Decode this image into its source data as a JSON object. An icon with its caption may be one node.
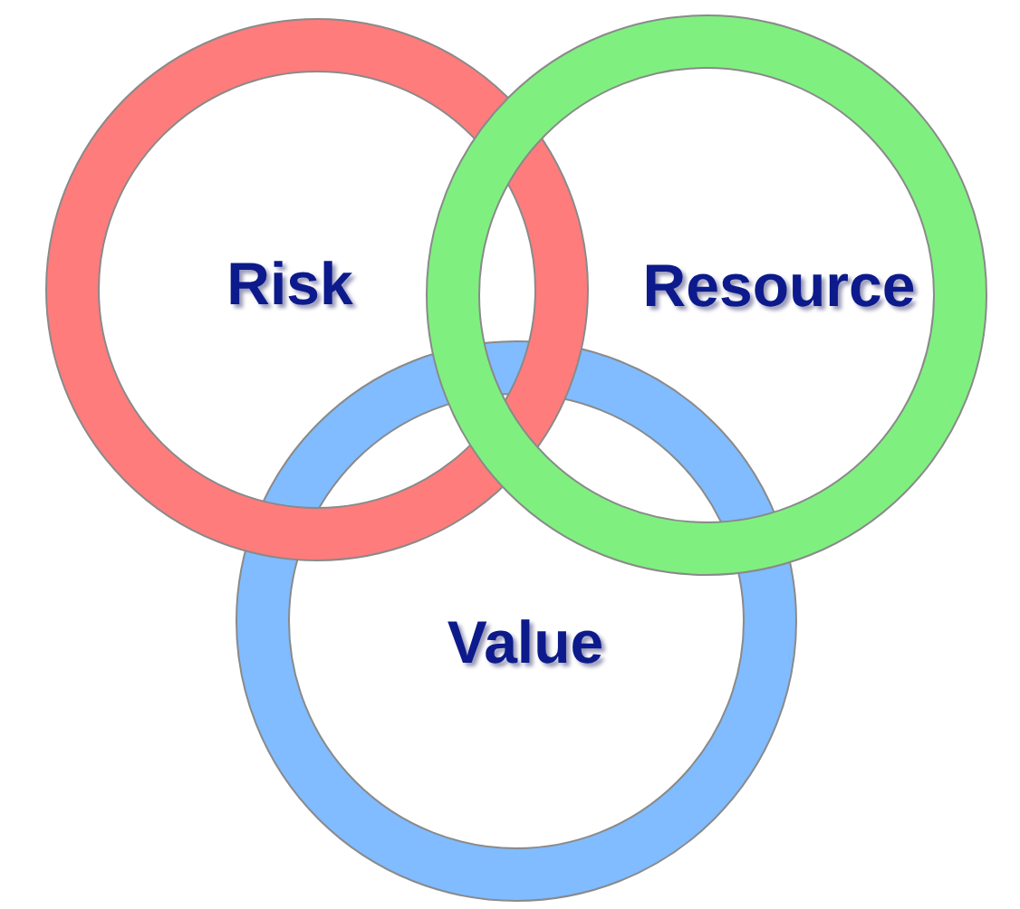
{
  "diagram": {
    "nodes": [
      {
        "text": [
          "Risk"
        ]
      },
      {
        "text": [
          "Resource"
        ]
      },
      {
        "text": [
          "Value"
        ]
      }
    ]
  }
}
